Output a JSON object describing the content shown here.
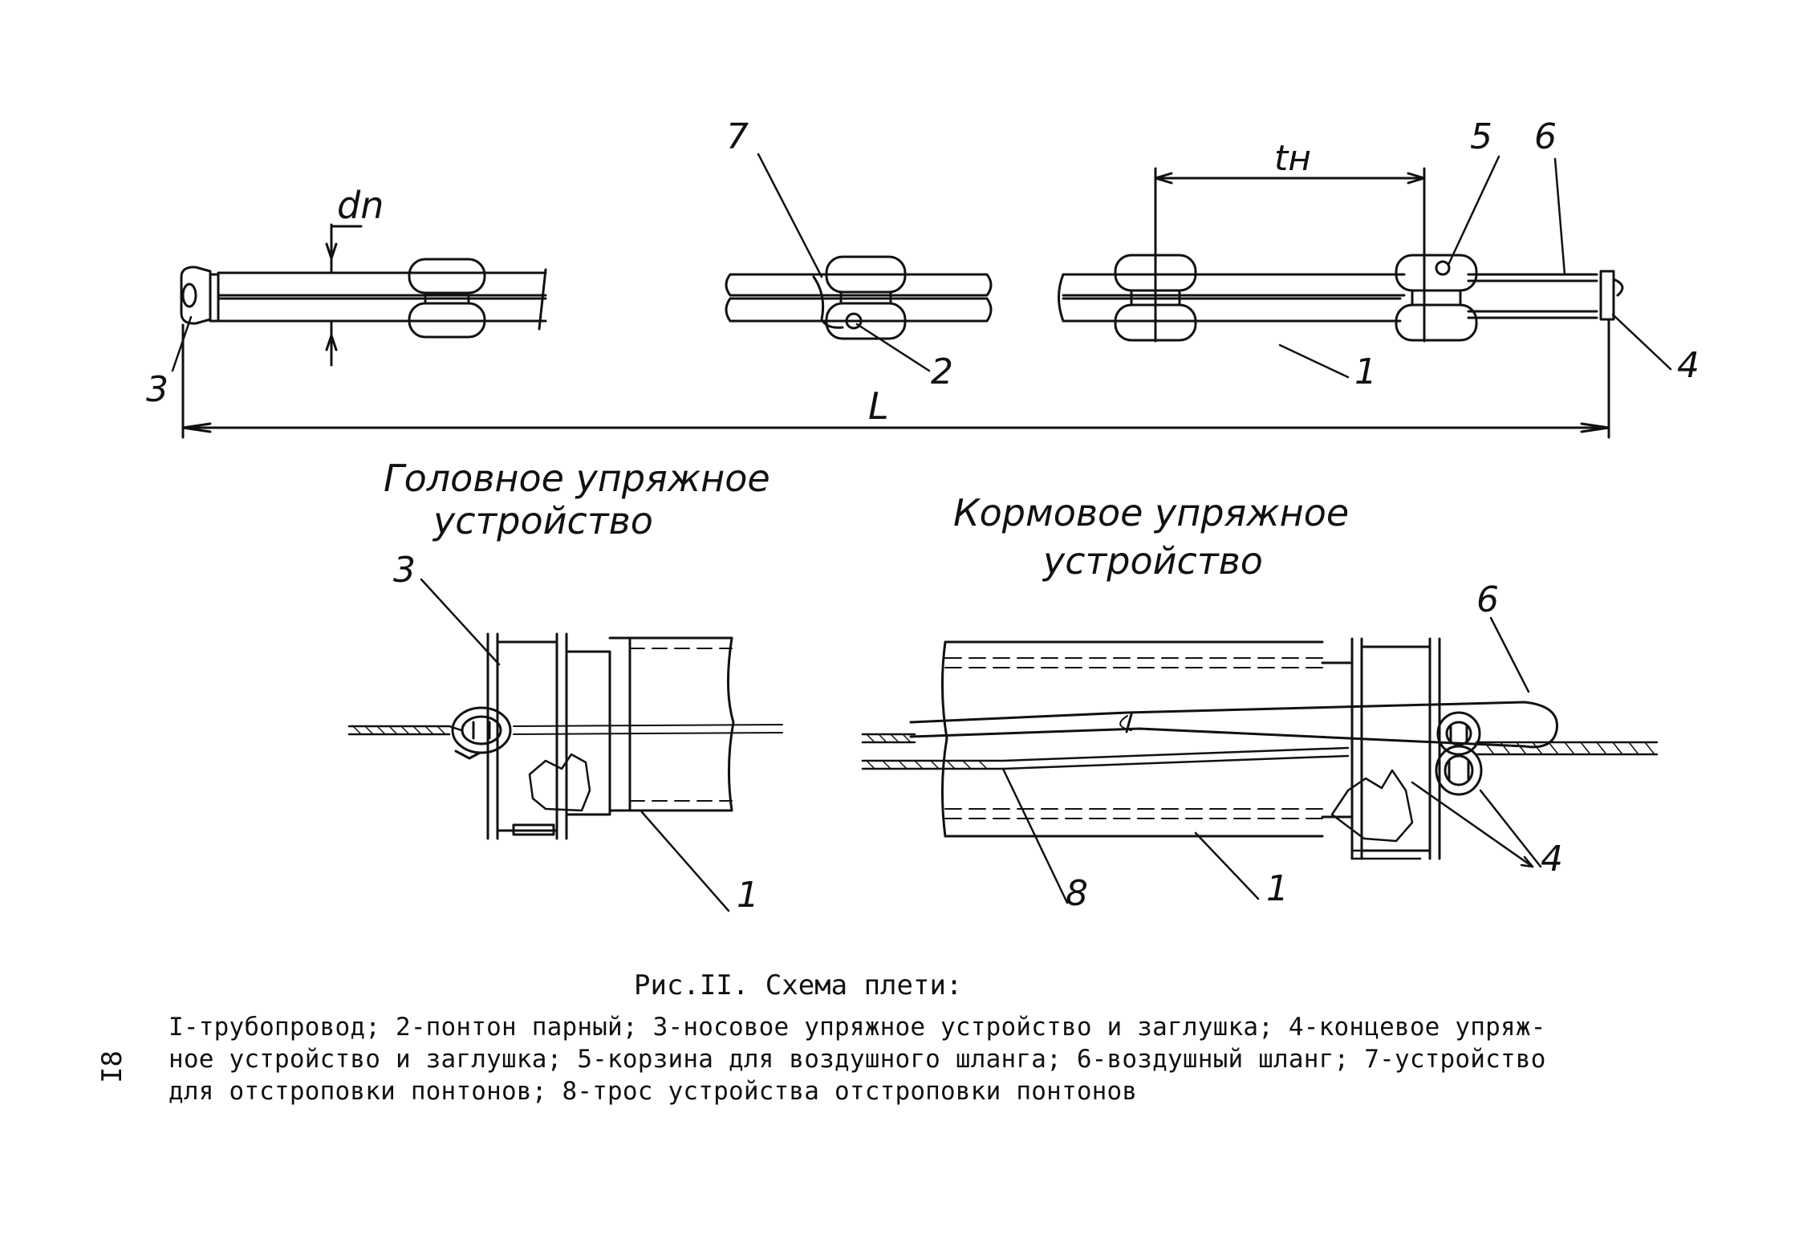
{
  "labels": {
    "diameter": "dn",
    "span": "tн",
    "length": "L",
    "n1": "1",
    "n2": "2",
    "n3": "3",
    "n4": "4",
    "n5": "5",
    "n6": "6",
    "n7": "7",
    "n8": "8"
  },
  "views": {
    "head_title_line1": "Головное упряжное",
    "head_title_line2": "устройство",
    "stern_title_line1": "Кормовое упряжное",
    "stern_title_line2": "устройство"
  },
  "caption": {
    "title": "Рис.II. Схема плети:",
    "line1": "I-трубопровод; 2-понтон парный; 3-носовое упряжное устройство и заглушка; 4-концевое упряж-",
    "line2": "ное устройство и заглушка; 5-корзина для воздушного шланга; 6-воздушный шланг; 7-устройство",
    "line3": "для отстроповки понтонов; 8-трос устройства отстроповки понтонов"
  },
  "page_number": "I8"
}
